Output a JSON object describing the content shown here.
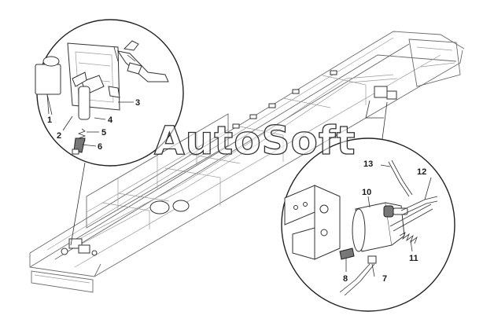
{
  "watermark": "AutoSoft",
  "left_detail": {
    "callouts": [
      {
        "id": "1",
        "label": "1"
      },
      {
        "id": "2",
        "label": "2"
      },
      {
        "id": "3",
        "label": "3"
      },
      {
        "id": "4",
        "label": "4"
      },
      {
        "id": "5",
        "label": "5"
      },
      {
        "id": "6",
        "label": "6"
      }
    ]
  },
  "right_detail": {
    "callouts": [
      {
        "id": "7",
        "label": "7"
      },
      {
        "id": "8",
        "label": "8"
      },
      {
        "id": "10",
        "label": "10"
      },
      {
        "id": "11",
        "label": "11"
      },
      {
        "id": "12",
        "label": "12"
      },
      {
        "id": "13",
        "label": "13"
      }
    ]
  },
  "colors": {
    "line": "#333333",
    "frame": "#6b6b6b",
    "background": "#ffffff"
  }
}
